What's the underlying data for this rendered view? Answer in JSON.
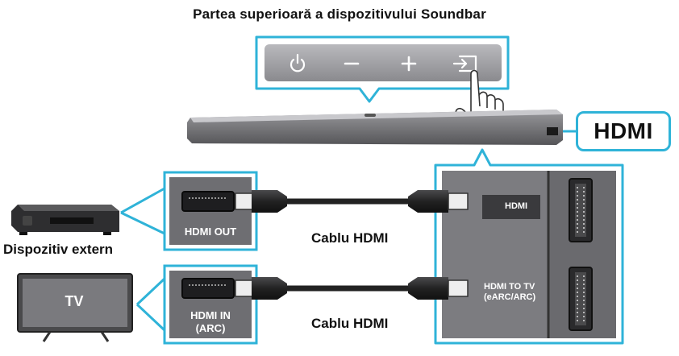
{
  "title": "Partea superioară a dispozitivului Soundbar",
  "badge": "HDMI",
  "external_device": "Dispozitiv extern",
  "tv": "TV",
  "cable_1": "Cablu HDMI",
  "cable_2": "Cablu HDMI",
  "port_hdmi_out": "HDMI OUT",
  "port_hdmi_in_1": "HDMI IN",
  "port_hdmi_in_2": "(ARC)",
  "panel_hdmi": "HDMI",
  "panel_hdmi_tv_1": "HDMI TO TV",
  "panel_hdmi_tv_2": "(eARC/ARC)",
  "icons": [
    "power-icon",
    "minus-icon",
    "plus-icon",
    "source-icon"
  ],
  "colors": {
    "accent": "#2fb3d8",
    "panel": "#7c7c80",
    "port_box": "#6e6e72",
    "dark": "#2a2a2c"
  }
}
